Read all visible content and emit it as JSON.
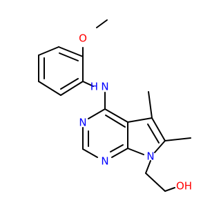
{
  "molecule": {
    "atoms": {
      "methoxy_O": "O",
      "amine_N": "N",
      "amine_H": "H",
      "pyrimidine_N3": "N",
      "pyrimidine_N1": "N",
      "pyrrole_N7": "N",
      "hydroxyl": "OH"
    },
    "colors": {
      "bond": "#000000",
      "oxygen": "#ff0000",
      "nitrogen": "#0000ff"
    }
  }
}
